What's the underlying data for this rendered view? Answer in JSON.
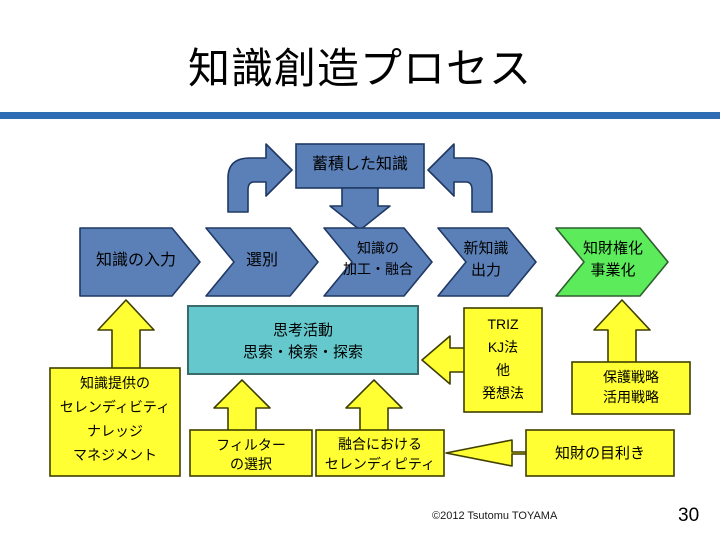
{
  "slide": {
    "title": "知識創造プロセス",
    "page_number": "30",
    "copyright": "©2012 Tsutomu TOYAMA",
    "accent_color": "#2E6DB4",
    "process_color": "#5B80B8",
    "result_color": "#5BEB5B",
    "thinking_color": "#65C8CC",
    "support_color": "#FFFF33"
  },
  "top": {
    "store_box": "蓄積した知識",
    "left_curve_arrow": "feedback-left-curved-arrow",
    "right_curve_arrow": "feedback-right-curved-arrow",
    "down_arrow": "store-to-processing-down-arrow"
  },
  "process": {
    "steps": [
      {
        "label": "知識の入力",
        "kind": "chevron-blue"
      },
      {
        "label": "選別",
        "kind": "chevron-blue"
      },
      {
        "label_line1": "知識の",
        "label_line2": "加工・融合",
        "kind": "chevron-blue"
      },
      {
        "label_line1": "新知識",
        "label_line2": "出力",
        "kind": "chevron-blue"
      },
      {
        "label_line1": "知財権化",
        "label_line2": "事業化",
        "kind": "chevron-green"
      }
    ]
  },
  "thinking": {
    "line1": "思考活動",
    "line2": "思索・検索・探索"
  },
  "support": {
    "knowledge_input": {
      "line1": "知識提供の",
      "line2": "セレンディビティ",
      "line3": "ナレッジ",
      "line4": "マネジメント"
    },
    "filter": {
      "line1": "フィルター",
      "line2": "の選択"
    },
    "fusion": {
      "line1": "融合における",
      "line2": "セレンディピティ"
    },
    "methods": {
      "line1": "TRIZ",
      "line2": "KJ法",
      "line3": "他",
      "line4": "発想法"
    },
    "strategy": {
      "line1": "保護戦略",
      "line2": "活用戦略"
    },
    "appraisal": {
      "line1": "知財の目利き"
    }
  }
}
